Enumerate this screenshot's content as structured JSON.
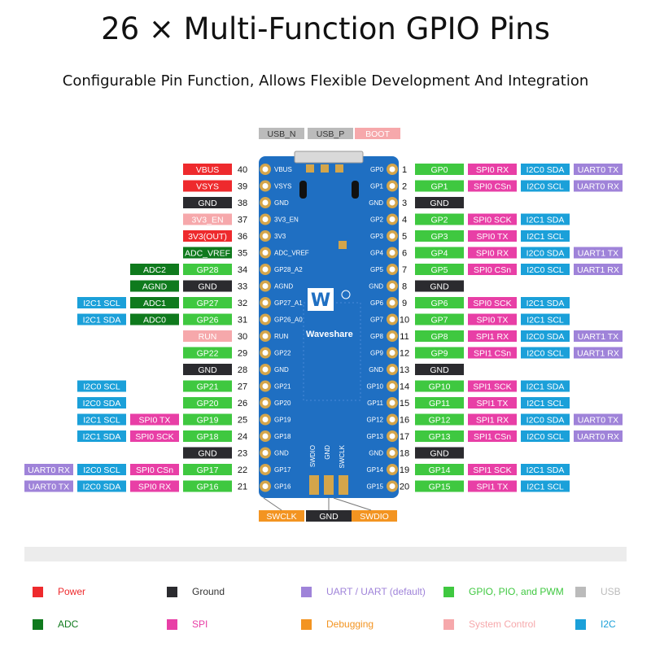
{
  "title": "26 × Multi-Function GPIO Pins",
  "subtitle": "Configurable Pin Function, Allows Flexible Development And Integration",
  "colors": {
    "power": "#ee2a2d",
    "gnd": "#2b2b2f",
    "gpio": "#3fc840",
    "adc": "#0f7a1d",
    "spi": "#e83fa6",
    "uart": "#9f83d9",
    "i2c": "#1ba0d9",
    "debug": "#f39421",
    "sys": "#f6a8ab",
    "usb": "#bbbbbb",
    "board": "#1f6fc2"
  },
  "top_labels": [
    {
      "text": "USB_N",
      "type": "usb"
    },
    {
      "text": "USB_P",
      "type": "usb"
    },
    {
      "text": "BOOT",
      "type": "sys"
    }
  ],
  "bottom_labels": [
    {
      "text": "SWCLK",
      "type": "debug"
    },
    {
      "text": "GND",
      "type": "gnd"
    },
    {
      "text": "SWDIO",
      "type": "debug"
    }
  ],
  "board": {
    "brand": "Waveshare",
    "logo": "W",
    "bottom_pads": [
      "SWDIO",
      "GND",
      "SWCLK"
    ]
  },
  "left_pins": [
    {
      "num": "40",
      "silk": "VBUS",
      "labels": [
        {
          "text": "VBUS",
          "type": "power"
        }
      ]
    },
    {
      "num": "39",
      "silk": "VSYS",
      "labels": [
        {
          "text": "VSYS",
          "type": "power"
        }
      ]
    },
    {
      "num": "38",
      "silk": "GND",
      "labels": [
        {
          "text": "GND",
          "type": "gnd"
        }
      ]
    },
    {
      "num": "37",
      "silk": "3V3_EN",
      "labels": [
        {
          "text": "3V3_EN",
          "type": "sys"
        }
      ]
    },
    {
      "num": "36",
      "silk": "3V3",
      "labels": [
        {
          "text": "3V3(OUT)",
          "type": "power"
        }
      ]
    },
    {
      "num": "35",
      "silk": "ADC_VREF",
      "labels": [
        {
          "text": "ADC_VREF",
          "type": "adc"
        }
      ]
    },
    {
      "num": "34",
      "silk": "GP28_A2",
      "labels": [
        {
          "text": "GP28",
          "type": "gpio"
        },
        {
          "text": "ADC2",
          "type": "adc"
        }
      ]
    },
    {
      "num": "33",
      "silk": "AGND",
      "labels": [
        {
          "text": "GND",
          "type": "gnd"
        },
        {
          "text": "AGND",
          "type": "adc"
        }
      ]
    },
    {
      "num": "32",
      "silk": "GP27_A1",
      "labels": [
        {
          "text": "GP27",
          "type": "gpio"
        },
        {
          "text": "ADC1",
          "type": "adc"
        },
        {
          "text": "I2C1 SCL",
          "type": "i2c"
        }
      ]
    },
    {
      "num": "31",
      "silk": "GP26_A0",
      "labels": [
        {
          "text": "GP26",
          "type": "gpio"
        },
        {
          "text": "ADC0",
          "type": "adc"
        },
        {
          "text": "I2C1 SDA",
          "type": "i2c"
        }
      ]
    },
    {
      "num": "30",
      "silk": "RUN",
      "labels": [
        {
          "text": "RUN",
          "type": "sys"
        }
      ]
    },
    {
      "num": "29",
      "silk": "GP22",
      "labels": [
        {
          "text": "GP22",
          "type": "gpio"
        }
      ]
    },
    {
      "num": "28",
      "silk": "GND",
      "labels": [
        {
          "text": "GND",
          "type": "gnd"
        }
      ]
    },
    {
      "num": "27",
      "silk": "GP21",
      "labels": [
        {
          "text": "GP21",
          "type": "gpio"
        },
        {
          "text": "I2C0 SCL",
          "type": "i2c",
          "skip": 1
        }
      ]
    },
    {
      "num": "26",
      "silk": "GP20",
      "labels": [
        {
          "text": "GP20",
          "type": "gpio"
        },
        {
          "text": "I2C0 SDA",
          "type": "i2c",
          "skip": 1
        }
      ]
    },
    {
      "num": "25",
      "silk": "GP19",
      "labels": [
        {
          "text": "GP19",
          "type": "gpio"
        },
        {
          "text": "SPI0 TX",
          "type": "spi"
        },
        {
          "text": "I2C1 SCL",
          "type": "i2c"
        }
      ]
    },
    {
      "num": "24",
      "silk": "GP18",
      "labels": [
        {
          "text": "GP18",
          "type": "gpio"
        },
        {
          "text": "SPI0 SCK",
          "type": "spi"
        },
        {
          "text": "I2C1 SDA",
          "type": "i2c"
        }
      ]
    },
    {
      "num": "23",
      "silk": "GND",
      "labels": [
        {
          "text": "GND",
          "type": "gnd"
        }
      ]
    },
    {
      "num": "22",
      "silk": "GP17",
      "labels": [
        {
          "text": "GP17",
          "type": "gpio"
        },
        {
          "text": "SPI0 CSn",
          "type": "spi"
        },
        {
          "text": "I2C0 SCL",
          "type": "i2c"
        },
        {
          "text": "UART0 RX",
          "type": "uart"
        }
      ]
    },
    {
      "num": "21",
      "silk": "GP16",
      "labels": [
        {
          "text": "GP16",
          "type": "gpio"
        },
        {
          "text": "SPI0 RX",
          "type": "spi"
        },
        {
          "text": "I2C0 SDA",
          "type": "i2c"
        },
        {
          "text": "UART0 TX",
          "type": "uart"
        }
      ]
    }
  ],
  "right_pins": [
    {
      "num": "1",
      "silk": "GP0",
      "labels": [
        {
          "text": "GP0",
          "type": "gpio"
        },
        {
          "text": "SPI0 RX",
          "type": "spi"
        },
        {
          "text": "I2C0 SDA",
          "type": "i2c"
        },
        {
          "text": "UART0 TX",
          "type": "uart"
        }
      ]
    },
    {
      "num": "2",
      "silk": "GP1",
      "labels": [
        {
          "text": "GP1",
          "type": "gpio"
        },
        {
          "text": "SPI0 CSn",
          "type": "spi"
        },
        {
          "text": "I2C0 SCL",
          "type": "i2c"
        },
        {
          "text": "UART0 RX",
          "type": "uart"
        }
      ]
    },
    {
      "num": "3",
      "silk": "GND",
      "labels": [
        {
          "text": "GND",
          "type": "gnd"
        }
      ]
    },
    {
      "num": "4",
      "silk": "GP2",
      "labels": [
        {
          "text": "GP2",
          "type": "gpio"
        },
        {
          "text": "SPI0 SCK",
          "type": "spi"
        },
        {
          "text": "I2C1 SDA",
          "type": "i2c"
        }
      ]
    },
    {
      "num": "5",
      "silk": "GP3",
      "labels": [
        {
          "text": "GP3",
          "type": "gpio"
        },
        {
          "text": "SPI0 TX",
          "type": "spi"
        },
        {
          "text": "I2C1 SCL",
          "type": "i2c"
        }
      ]
    },
    {
      "num": "6",
      "silk": "GP4",
      "labels": [
        {
          "text": "GP4",
          "type": "gpio"
        },
        {
          "text": "SPI0 RX",
          "type": "spi"
        },
        {
          "text": "I2C0 SDA",
          "type": "i2c"
        },
        {
          "text": "UART1 TX",
          "type": "uart"
        }
      ]
    },
    {
      "num": "7",
      "silk": "GP5",
      "labels": [
        {
          "text": "GP5",
          "type": "gpio"
        },
        {
          "text": "SPI0 CSn",
          "type": "spi"
        },
        {
          "text": "I2C0 SCL",
          "type": "i2c"
        },
        {
          "text": "UART1 RX",
          "type": "uart"
        }
      ]
    },
    {
      "num": "8",
      "silk": "GND",
      "labels": [
        {
          "text": "GND",
          "type": "gnd"
        }
      ]
    },
    {
      "num": "9",
      "silk": "GP6",
      "labels": [
        {
          "text": "GP6",
          "type": "gpio"
        },
        {
          "text": "SPI0 SCK",
          "type": "spi"
        },
        {
          "text": "I2C1 SDA",
          "type": "i2c"
        }
      ]
    },
    {
      "num": "10",
      "silk": "GP7",
      "labels": [
        {
          "text": "GP7",
          "type": "gpio"
        },
        {
          "text": "SPI0 TX",
          "type": "spi"
        },
        {
          "text": "I2C1 SCL",
          "type": "i2c"
        }
      ]
    },
    {
      "num": "11",
      "silk": "GP8",
      "labels": [
        {
          "text": "GP8",
          "type": "gpio"
        },
        {
          "text": "SPI1 RX",
          "type": "spi"
        },
        {
          "text": "I2C0 SDA",
          "type": "i2c"
        },
        {
          "text": "UART1 TX",
          "type": "uart"
        }
      ]
    },
    {
      "num": "12",
      "silk": "GP9",
      "labels": [
        {
          "text": "GP9",
          "type": "gpio"
        },
        {
          "text": "SPI1 CSn",
          "type": "spi"
        },
        {
          "text": "I2C0 SCL",
          "type": "i2c"
        },
        {
          "text": "UART1 RX",
          "type": "uart"
        }
      ]
    },
    {
      "num": "13",
      "silk": "GND",
      "labels": [
        {
          "text": "GND",
          "type": "gnd"
        }
      ]
    },
    {
      "num": "14",
      "silk": "GP10",
      "labels": [
        {
          "text": "GP10",
          "type": "gpio"
        },
        {
          "text": "SPI1 SCK",
          "type": "spi"
        },
        {
          "text": "I2C1 SDA",
          "type": "i2c"
        }
      ]
    },
    {
      "num": "15",
      "silk": "GP11",
      "labels": [
        {
          "text": "GP11",
          "type": "gpio"
        },
        {
          "text": "SPI1 TX",
          "type": "spi"
        },
        {
          "text": "I2C1 SCL",
          "type": "i2c"
        }
      ]
    },
    {
      "num": "16",
      "silk": "GP12",
      "labels": [
        {
          "text": "GP12",
          "type": "gpio"
        },
        {
          "text": "SPI1 RX",
          "type": "spi"
        },
        {
          "text": "I2C0 SDA",
          "type": "i2c"
        },
        {
          "text": "UART0 TX",
          "type": "uart"
        }
      ]
    },
    {
      "num": "17",
      "silk": "GP13",
      "labels": [
        {
          "text": "GP13",
          "type": "gpio"
        },
        {
          "text": "SPI1 CSn",
          "type": "spi"
        },
        {
          "text": "I2C0 SCL",
          "type": "i2c"
        },
        {
          "text": "UART0 RX",
          "type": "uart"
        }
      ]
    },
    {
      "num": "18",
      "silk": "GND",
      "labels": [
        {
          "text": "GND",
          "type": "gnd"
        }
      ]
    },
    {
      "num": "19",
      "silk": "GP14",
      "labels": [
        {
          "text": "GP14",
          "type": "gpio"
        },
        {
          "text": "SPI1 SCK",
          "type": "spi"
        },
        {
          "text": "I2C1 SDA",
          "type": "i2c"
        }
      ]
    },
    {
      "num": "20",
      "silk": "GP15",
      "labels": [
        {
          "text": "GP15",
          "type": "gpio"
        },
        {
          "text": "SPI1 TX",
          "type": "spi"
        },
        {
          "text": "I2C1 SCL",
          "type": "i2c"
        }
      ]
    }
  ],
  "legend": [
    {
      "text": "Power",
      "type": "power"
    },
    {
      "text": "Ground",
      "type": "gnd"
    },
    {
      "text": "UART / UART (default)",
      "type": "uart"
    },
    {
      "text": "GPIO, PIO, and PWM",
      "type": "gpio"
    },
    {
      "text": "USB",
      "type": "usb"
    },
    {
      "text": "ADC",
      "type": "adc"
    },
    {
      "text": "SPI",
      "type": "spi"
    },
    {
      "text": "Debugging",
      "type": "debug"
    },
    {
      "text": "System Control",
      "type": "sys"
    },
    {
      "text": "I2C",
      "type": "i2c"
    }
  ]
}
